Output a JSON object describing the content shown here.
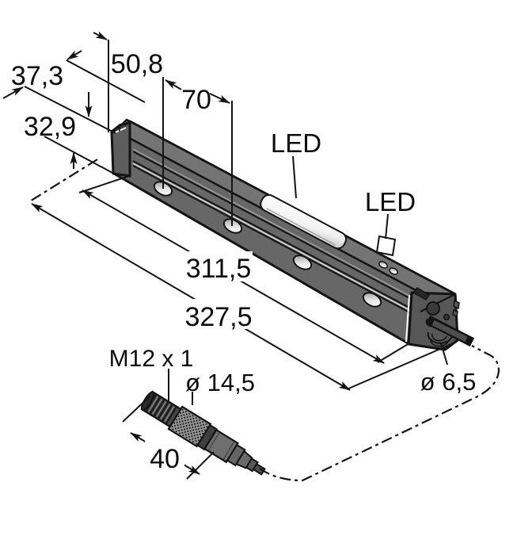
{
  "drawing": {
    "title": "Isometric dimension drawing of a bar-style sensor housing with M12 pigtail connector",
    "colors": {
      "outline": "#141414",
      "housing_top_face": "#747474",
      "housing_front_face": "#676767",
      "end_cap": "#575757",
      "window": "#ffffff",
      "background": "#ffffff"
    }
  },
  "dimensions": {
    "profile_width": "37,3",
    "end_offset": "50,8",
    "hole_spacing": "70",
    "profile_height": "32,9",
    "hole_span": "311,5",
    "housing_length": "327,5",
    "connector_thread": "M12 x 1",
    "connector_diameter": "ø 14,5",
    "connector_length": "40",
    "cable_diameter": "ø 6,5"
  },
  "annotations": {
    "led_top": "LED",
    "led_side": "LED"
  }
}
